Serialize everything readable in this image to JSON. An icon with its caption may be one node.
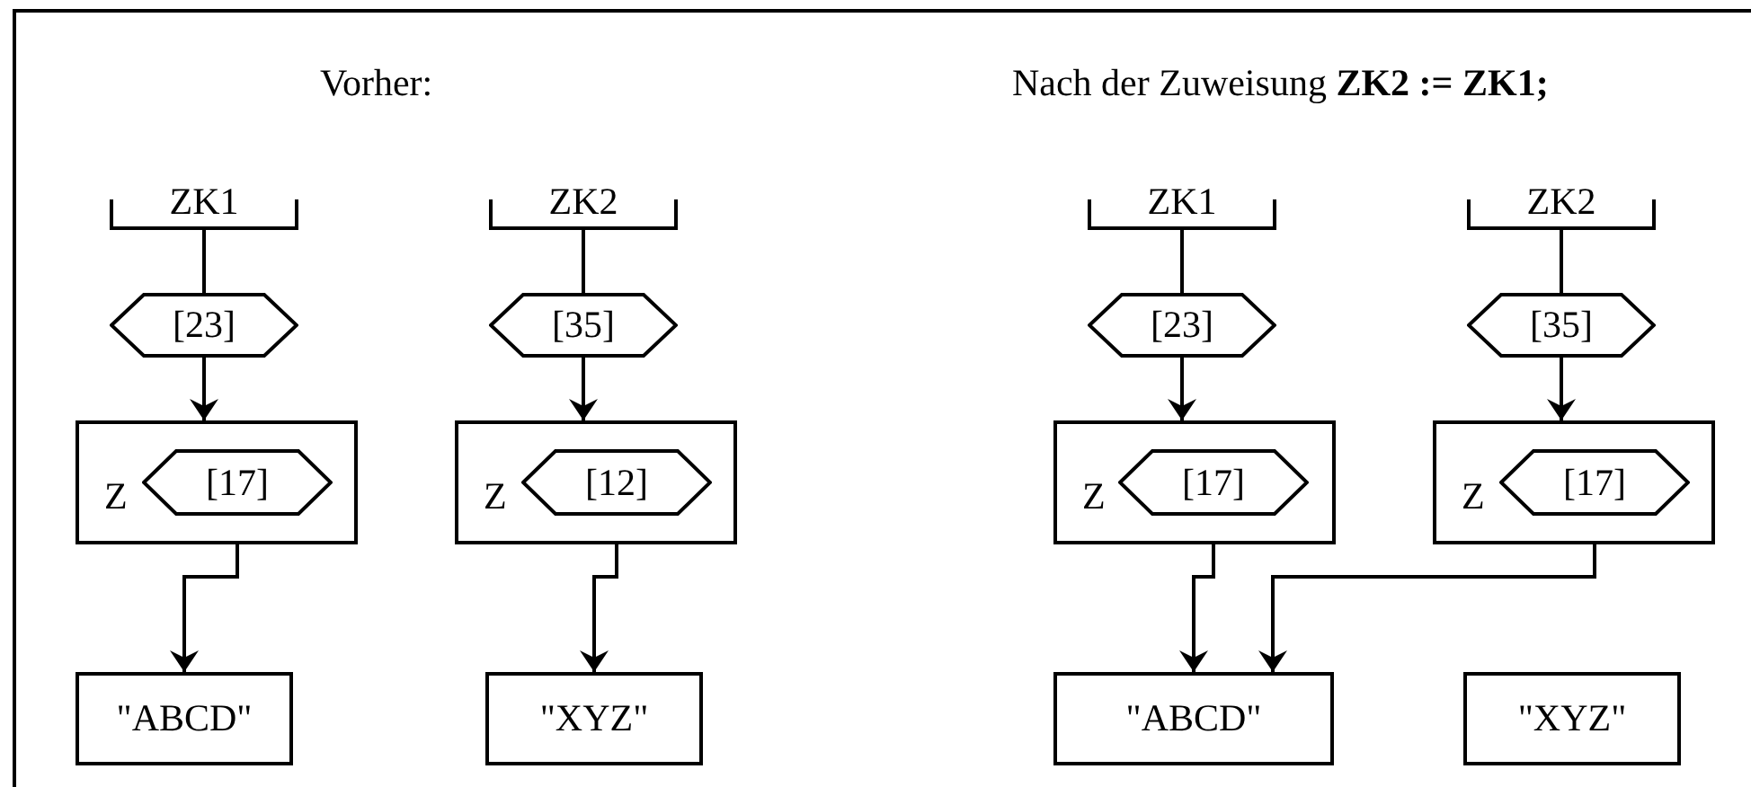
{
  "diagram": {
    "nodes": [
      {
        "text": [
          "ZK1"
        ]
      },
      {
        "text": [
          "[23]"
        ]
      },
      {
        "text": [
          "Z"
        ]
      },
      {
        "text": [
          "[17]"
        ],
        "in": 2
      },
      {
        "text": [
          "\"ABCD\""
        ]
      },
      {
        "text": [
          "ZK2"
        ]
      },
      {
        "text": [
          "[35]"
        ]
      },
      {
        "text": [
          "Z"
        ]
      },
      {
        "text": [
          "[12]"
        ],
        "in": 7
      },
      {
        "text": [
          "\"XYZ\""
        ]
      },
      {
        "text": [
          "ZK1"
        ]
      },
      {
        "text": [
          "[23]"
        ]
      },
      {
        "text": [
          "Z"
        ]
      },
      {
        "text": [
          "[17]"
        ],
        "in": 12
      },
      {
        "text": [
          "\"ABCD\""
        ]
      },
      {
        "text": [
          "ZK2"
        ]
      },
      {
        "text": [
          "[35]"
        ]
      },
      {
        "text": [
          "Z"
        ]
      },
      {
        "text": [
          "[17]"
        ],
        "in": 17
      },
      {
        "text": [
          "\"XYZ\""
        ]
      }
    ],
    "edges": [
      {
        "from": 0,
        "to": 1,
        "arrow": "none"
      },
      {
        "from": 1,
        "to": 2,
        "arrow": "to"
      },
      {
        "from": 3,
        "to": 4,
        "arrow": "to"
      },
      {
        "from": 5,
        "to": 6,
        "arrow": "none"
      },
      {
        "from": 6,
        "to": 7,
        "arrow": "to"
      },
      {
        "from": 8,
        "to": 9,
        "arrow": "to"
      },
      {
        "from": 10,
        "to": 11,
        "arrow": "none"
      },
      {
        "from": 11,
        "to": 12,
        "arrow": "to"
      },
      {
        "from": 13,
        "to": 14,
        "arrow": "to"
      },
      {
        "from": 15,
        "to": 16,
        "arrow": "none"
      },
      {
        "from": 16,
        "to": 17,
        "arrow": "to"
      },
      {
        "from": 18,
        "to": 14,
        "arrow": "to"
      }
    ],
    "labels": [
      "Vorher:",
      "Nach der Zuweisung **ZK2 := ZK1;**"
    ]
  }
}
